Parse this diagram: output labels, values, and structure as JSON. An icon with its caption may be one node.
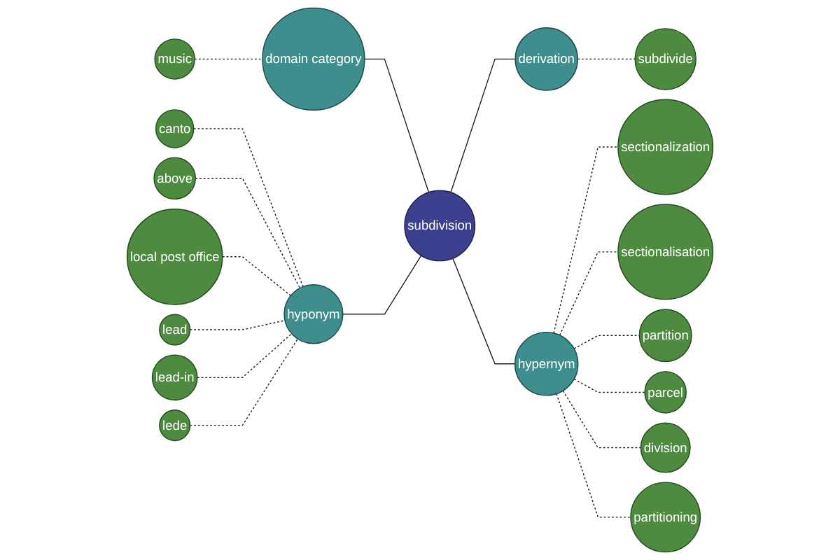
{
  "diagram": {
    "nodes": [
      {
        "text": [
          "subdivision"
        ]
      },
      {
        "text": [
          "domain category"
        ]
      },
      {
        "text": [
          "music"
        ]
      },
      {
        "text": [
          "derivation"
        ]
      },
      {
        "text": [
          "subdivide"
        ]
      },
      {
        "text": [
          "hyponym"
        ]
      },
      {
        "text": [
          "canto"
        ]
      },
      {
        "text": [
          "above"
        ]
      },
      {
        "text": [
          "local post office"
        ]
      },
      {
        "text": [
          "lead"
        ]
      },
      {
        "text": [
          "lead-in"
        ]
      },
      {
        "text": [
          "lede"
        ]
      },
      {
        "text": [
          "hypernym"
        ]
      },
      {
        "text": [
          "sectionalization"
        ]
      },
      {
        "text": [
          "sectionalisation"
        ]
      },
      {
        "text": [
          "partition"
        ]
      },
      {
        "text": [
          "parcel"
        ]
      },
      {
        "text": [
          "division"
        ]
      },
      {
        "text": [
          "partitioning"
        ]
      }
    ],
    "edges": [
      {
        "from": 1,
        "to": 0,
        "arrow": "none"
      },
      {
        "from": 0,
        "to": 3,
        "arrow": "none"
      },
      {
        "from": 5,
        "to": 0,
        "arrow": "none"
      },
      {
        "from": 0,
        "to": 12,
        "arrow": "none"
      },
      {
        "from": 2,
        "to": 1,
        "arrow": "none",
        "style": "dashed"
      },
      {
        "from": 3,
        "to": 4,
        "arrow": "none",
        "style": "dashed"
      },
      {
        "from": 6,
        "to": 5,
        "arrow": "none",
        "style": "dashed"
      },
      {
        "from": 7,
        "to": 5,
        "arrow": "none",
        "style": "dashed"
      },
      {
        "from": 8,
        "to": 5,
        "arrow": "none",
        "style": "dashed"
      },
      {
        "from": 9,
        "to": 5,
        "arrow": "none",
        "style": "dashed"
      },
      {
        "from": 10,
        "to": 5,
        "arrow": "none",
        "style": "dashed"
      },
      {
        "from": 11,
        "to": 5,
        "arrow": "none",
        "style": "dashed"
      },
      {
        "from": 12,
        "to": 13,
        "arrow": "none",
        "style": "dashed"
      },
      {
        "from": 12,
        "to": 14,
        "arrow": "none",
        "style": "dashed"
      },
      {
        "from": 12,
        "to": 15,
        "arrow": "none",
        "style": "dashed"
      },
      {
        "from": 12,
        "to": 16,
        "arrow": "none",
        "style": "dashed"
      },
      {
        "from": 12,
        "to": 17,
        "arrow": "none",
        "style": "dashed"
      },
      {
        "from": 12,
        "to": 18,
        "arrow": "none",
        "style": "dashed"
      }
    ]
  }
}
